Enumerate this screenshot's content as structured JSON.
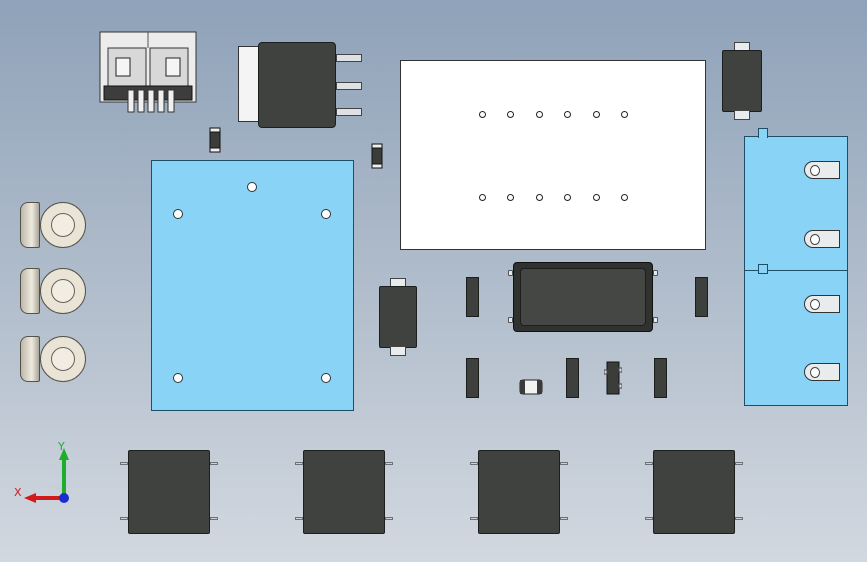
{
  "viewport": {
    "background_top": "#8fa2b9",
    "background_bottom": "#d2d8e0"
  },
  "triad": {
    "x_label": "X",
    "y_label": "Y",
    "x_color": "#d11a1a",
    "y_color": "#1fae2c",
    "z_color": "#1a2dd1"
  },
  "colors": {
    "ic_body": "#3f423f",
    "board": "#88d3f6",
    "white_block": "#ffffff"
  },
  "components": {
    "usb_connector": "usb-connector",
    "regulator": "power-regulator",
    "relay_block": "white-relay-block",
    "blue_board_left": "blue-board",
    "blue_terminal_block": "blue-led-terminal",
    "sop_chip": "sop-chip",
    "potentiometers": 3,
    "bottom_modules": 4
  }
}
